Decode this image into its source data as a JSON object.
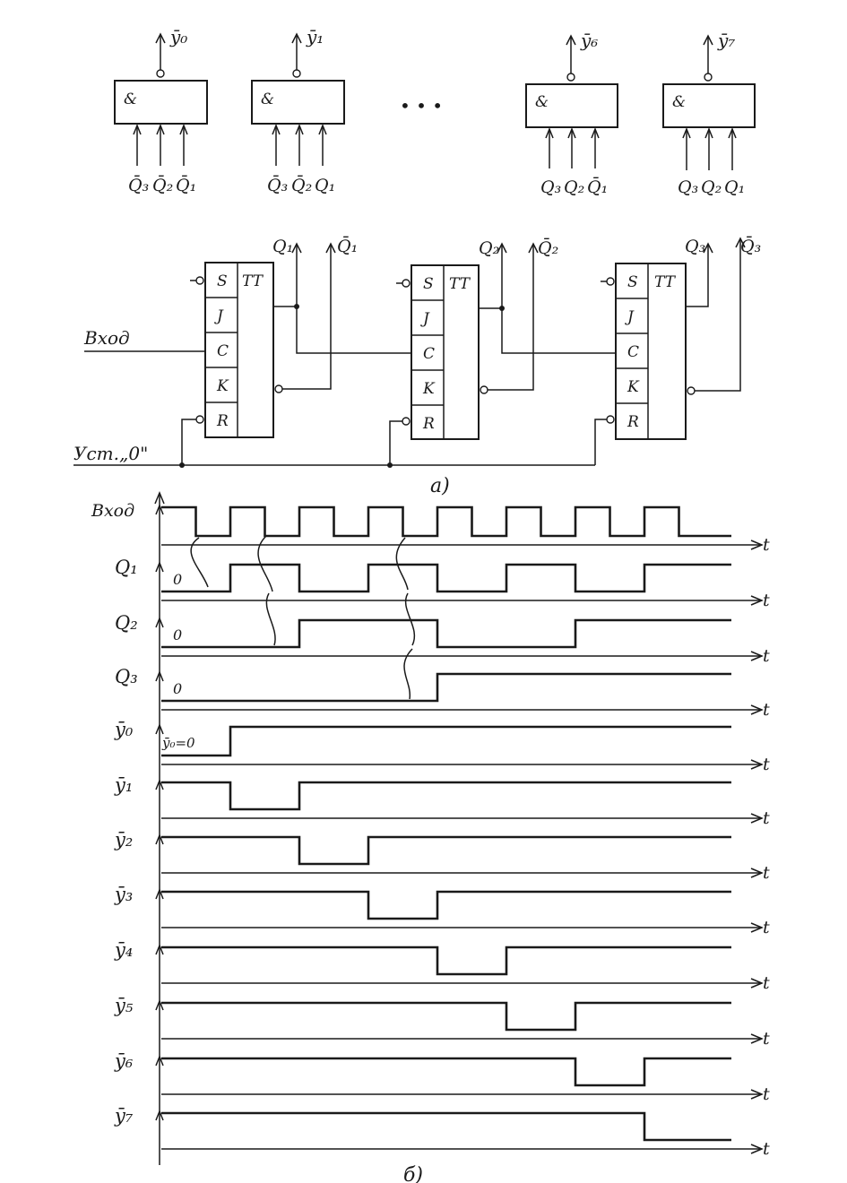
{
  "decoders": [
    {
      "out": "ȳ₀",
      "amp": "&",
      "ins": [
        "Q̄₃",
        "Q̄₂",
        "Q̄₁"
      ]
    },
    {
      "out": "ȳ₁",
      "amp": "&",
      "ins": [
        "Q̄₃",
        "Q̄₂",
        "Q₁"
      ]
    },
    {
      "out": "ȳ₆",
      "amp": "&",
      "ins": [
        "Q₃",
        "Q₂",
        "Q̄₁"
      ]
    },
    {
      "out": "ȳ₇",
      "amp": "&",
      "ins": [
        "Q₃",
        "Q₂",
        "Q₁"
      ]
    }
  ],
  "ellipsis": "• • •",
  "flipflops": [
    {
      "q": "Q₁",
      "qbar": "Q̄₁",
      "pins": [
        "S",
        "J",
        "C",
        "K",
        "R"
      ],
      "type": "TT"
    },
    {
      "q": "Q₂",
      "qbar": "Q̄₂",
      "pins": [
        "S",
        "J",
        "C",
        "K",
        "R"
      ],
      "type": "TT"
    },
    {
      "q": "Q₃",
      "qbar": "Q̄₃",
      "pins": [
        "S",
        "J",
        "C",
        "K",
        "R"
      ],
      "type": "TT"
    }
  ],
  "input_label": "Вход",
  "reset_label": "Уст.„0\"",
  "caption_a": "а)",
  "caption_b": "б)",
  "timing": {
    "time_label": "t",
    "zero": "0",
    "y0_init": "ȳ₀=0",
    "signals": [
      {
        "name": "Вход",
        "levels": [
          1,
          0,
          1,
          0,
          1,
          0,
          1,
          0,
          1,
          0,
          1,
          0,
          1,
          0,
          1,
          0
        ]
      },
      {
        "name": "Q₁",
        "levels": [
          0,
          0,
          1,
          1,
          0,
          0,
          1,
          1,
          0,
          0,
          1,
          1,
          0,
          0,
          1,
          1
        ],
        "start_label": "0"
      },
      {
        "name": "Q₂",
        "levels": [
          0,
          0,
          0,
          0,
          1,
          1,
          1,
          1,
          0,
          0,
          0,
          0,
          1,
          1,
          1,
          1
        ],
        "start_label": "0"
      },
      {
        "name": "Q₃",
        "levels": [
          0,
          0,
          0,
          0,
          0,
          0,
          0,
          0,
          1,
          1,
          1,
          1,
          1,
          1,
          1,
          1
        ],
        "start_label": "0"
      },
      {
        "name": "ȳ₀",
        "levels": [
          0,
          0,
          1,
          1,
          1,
          1,
          1,
          1,
          1,
          1,
          1,
          1,
          1,
          1,
          1,
          1
        ]
      },
      {
        "name": "ȳ₁",
        "levels": [
          1,
          1,
          0,
          0,
          1,
          1,
          1,
          1,
          1,
          1,
          1,
          1,
          1,
          1,
          1,
          1
        ]
      },
      {
        "name": "ȳ₂",
        "levels": [
          1,
          1,
          1,
          1,
          0,
          0,
          1,
          1,
          1,
          1,
          1,
          1,
          1,
          1,
          1,
          1
        ]
      },
      {
        "name": "ȳ₃",
        "levels": [
          1,
          1,
          1,
          1,
          1,
          1,
          0,
          0,
          1,
          1,
          1,
          1,
          1,
          1,
          1,
          1
        ]
      },
      {
        "name": "ȳ₄",
        "levels": [
          1,
          1,
          1,
          1,
          1,
          1,
          1,
          1,
          0,
          0,
          1,
          1,
          1,
          1,
          1,
          1
        ]
      },
      {
        "name": "ȳ₅",
        "levels": [
          1,
          1,
          1,
          1,
          1,
          1,
          1,
          1,
          1,
          1,
          0,
          0,
          1,
          1,
          1,
          1
        ]
      },
      {
        "name": "ȳ₆",
        "levels": [
          1,
          1,
          1,
          1,
          1,
          1,
          1,
          1,
          1,
          1,
          1,
          1,
          0,
          0,
          1,
          1
        ]
      },
      {
        "name": "ȳ₇",
        "levels": [
          1,
          1,
          1,
          1,
          1,
          1,
          1,
          1,
          1,
          1,
          1,
          1,
          1,
          1,
          0,
          0
        ]
      }
    ]
  }
}
